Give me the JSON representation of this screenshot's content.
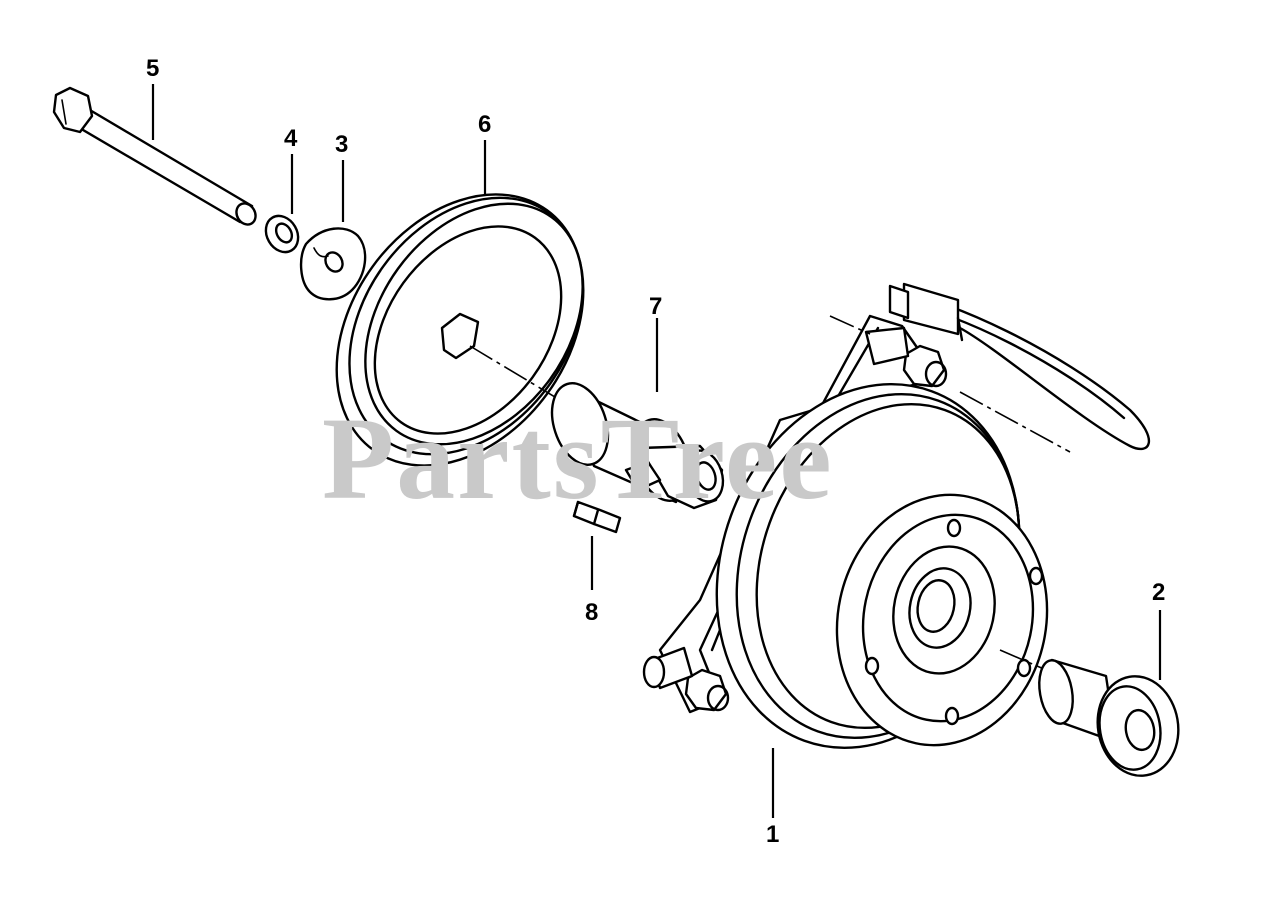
{
  "diagram": {
    "watermark": "PartsTree",
    "callouts": [
      {
        "id": "1",
        "label": "1"
      },
      {
        "id": "2",
        "label": "2"
      },
      {
        "id": "3",
        "label": "3"
      },
      {
        "id": "4",
        "label": "4"
      },
      {
        "id": "5",
        "label": "5"
      },
      {
        "id": "6",
        "label": "6"
      },
      {
        "id": "7",
        "label": "7"
      },
      {
        "id": "8",
        "label": "8"
      }
    ]
  }
}
